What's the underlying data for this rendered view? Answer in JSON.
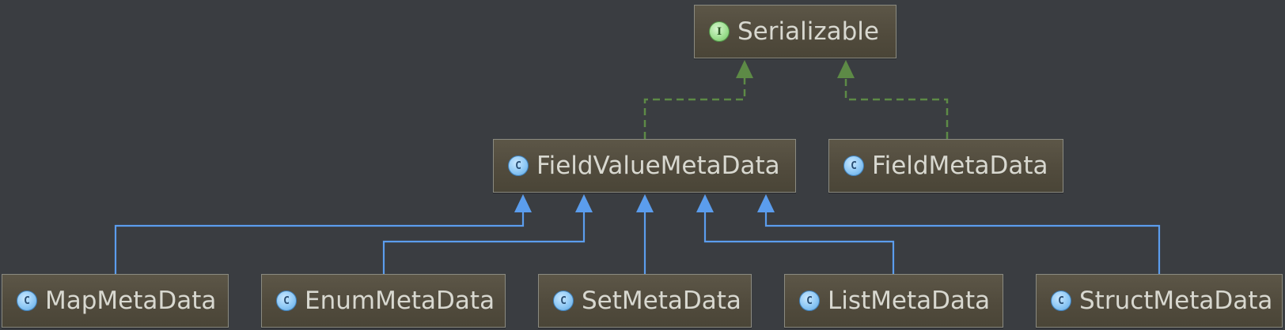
{
  "colors": {
    "background": "#3a3d41",
    "implements_edge": "#5d8a46",
    "extends_edge": "#5b9ded",
    "node_text": "#d8d8d0"
  },
  "badges": {
    "class_letter": "C",
    "interface_letter": "I"
  },
  "nodes": [
    {
      "id": "serializable",
      "label": "Serializable",
      "kind": "interface",
      "icon": "interface-icon"
    },
    {
      "id": "fieldvaluemetadata",
      "label": "FieldValueMetaData",
      "kind": "class",
      "icon": "class-icon"
    },
    {
      "id": "fieldmetadata",
      "label": "FieldMetaData",
      "kind": "class",
      "icon": "class-icon"
    },
    {
      "id": "mapmetadata",
      "label": "MapMetaData",
      "kind": "class",
      "icon": "class-icon"
    },
    {
      "id": "enummetadata",
      "label": "EnumMetaData",
      "kind": "class",
      "icon": "class-icon"
    },
    {
      "id": "setmetadata",
      "label": "SetMetaData",
      "kind": "class",
      "icon": "class-icon"
    },
    {
      "id": "listmetadata",
      "label": "ListMetaData",
      "kind": "class",
      "icon": "class-icon"
    },
    {
      "id": "structmetadata",
      "label": "StructMetaData",
      "kind": "class",
      "icon": "class-icon"
    }
  ],
  "edges": [
    {
      "from": "fieldvaluemetadata",
      "to": "serializable",
      "type": "implements"
    },
    {
      "from": "fieldmetadata",
      "to": "serializable",
      "type": "implements"
    },
    {
      "from": "mapmetadata",
      "to": "fieldvaluemetadata",
      "type": "extends"
    },
    {
      "from": "enummetadata",
      "to": "fieldvaluemetadata",
      "type": "extends"
    },
    {
      "from": "setmetadata",
      "to": "fieldvaluemetadata",
      "type": "extends"
    },
    {
      "from": "listmetadata",
      "to": "fieldvaluemetadata",
      "type": "extends"
    },
    {
      "from": "structmetadata",
      "to": "fieldvaluemetadata",
      "type": "extends"
    }
  ]
}
